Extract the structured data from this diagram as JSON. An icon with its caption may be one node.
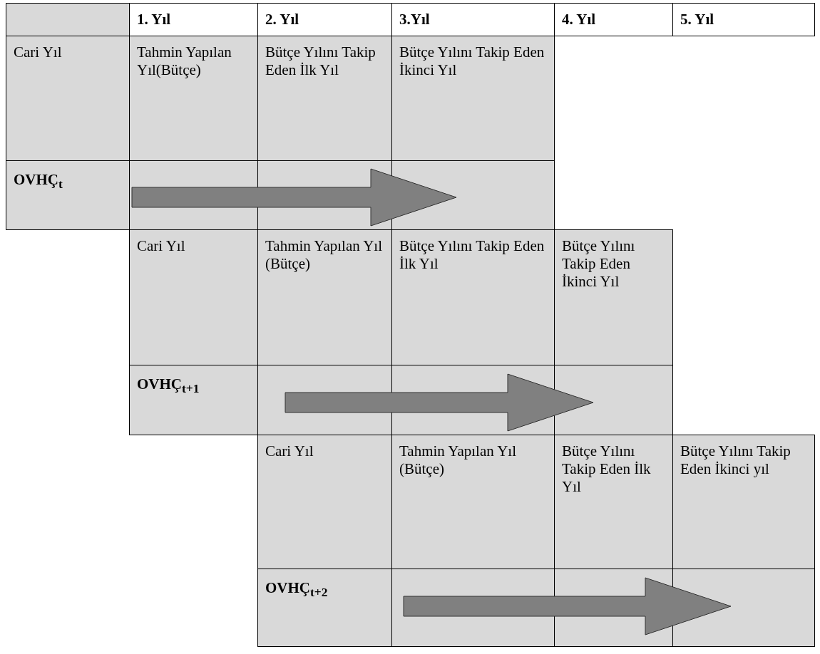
{
  "diagram": {
    "labels": [
      "1. Yıl",
      "2. Yıl",
      "3.Yıl",
      "4. Yıl",
      "5. Yıl",
      "Cari Yıl",
      "Tahmin Yapılan Yıl(Bütçe)",
      "Bütçe Yılını Takip Eden İlk Yıl",
      "Bütçe Yılını Takip Eden İkinci Yıl",
      "OVHÇ$_{t}$",
      "Cari Yıl",
      "Tahmin Yapılan Yıl (Bütçe)",
      "Bütçe Yılını Takip Eden İlk Yıl",
      "Bütçe Yılını Takip Eden İkinci Yıl",
      "OVHÇ$_{t+1}$",
      "Cari Yıl",
      "Tahmin Yapılan Yıl (Bütçe)",
      "Bütçe Yılını Takip Eden İlk Yıl",
      "Bütçe Yılını Takip Eden İkinci yıl",
      "OVHÇ$_{t+2}$"
    ]
  }
}
